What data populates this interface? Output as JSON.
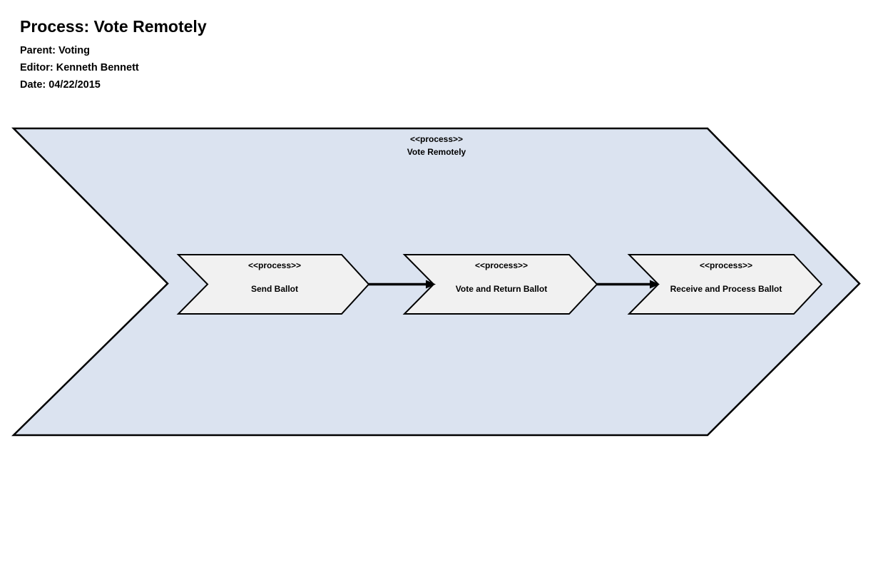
{
  "header": {
    "title": "Process: Vote Remotely",
    "parent": "Parent: Voting",
    "editor": "Editor: Kenneth Bennett",
    "date": "Date: 04/22/2015"
  },
  "diagram": {
    "stroke_color": "#000000",
    "connector_color": "#000000",
    "container": {
      "stereotype": "<<process>>",
      "name": "Vote Remotely",
      "fill_color": "#dbe3f0"
    },
    "steps": [
      {
        "stereotype": "<<process>>",
        "name": "Send Ballot",
        "fill_color": "#f1f1f1"
      },
      {
        "stereotype": "<<process>>",
        "name": "Vote and Return Ballot",
        "fill_color": "#f1f1f1"
      },
      {
        "stereotype": "<<process>>",
        "name": "Receive and Process Ballot",
        "fill_color": "#f1f1f1"
      }
    ]
  }
}
